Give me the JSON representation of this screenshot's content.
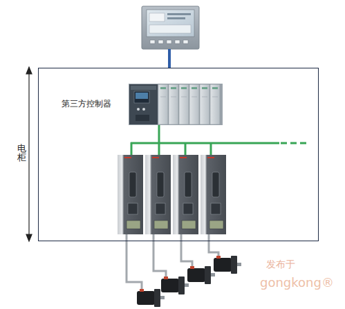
{
  "diagram": {
    "nodes": [
      {
        "text": [
          "电柜"
        ]
      },
      {
        "text": [
          "第三方控制器"
        ],
        "in": 0
      }
    ],
    "labels": [
      "发布于",
      "gongkong®"
    ]
  }
}
